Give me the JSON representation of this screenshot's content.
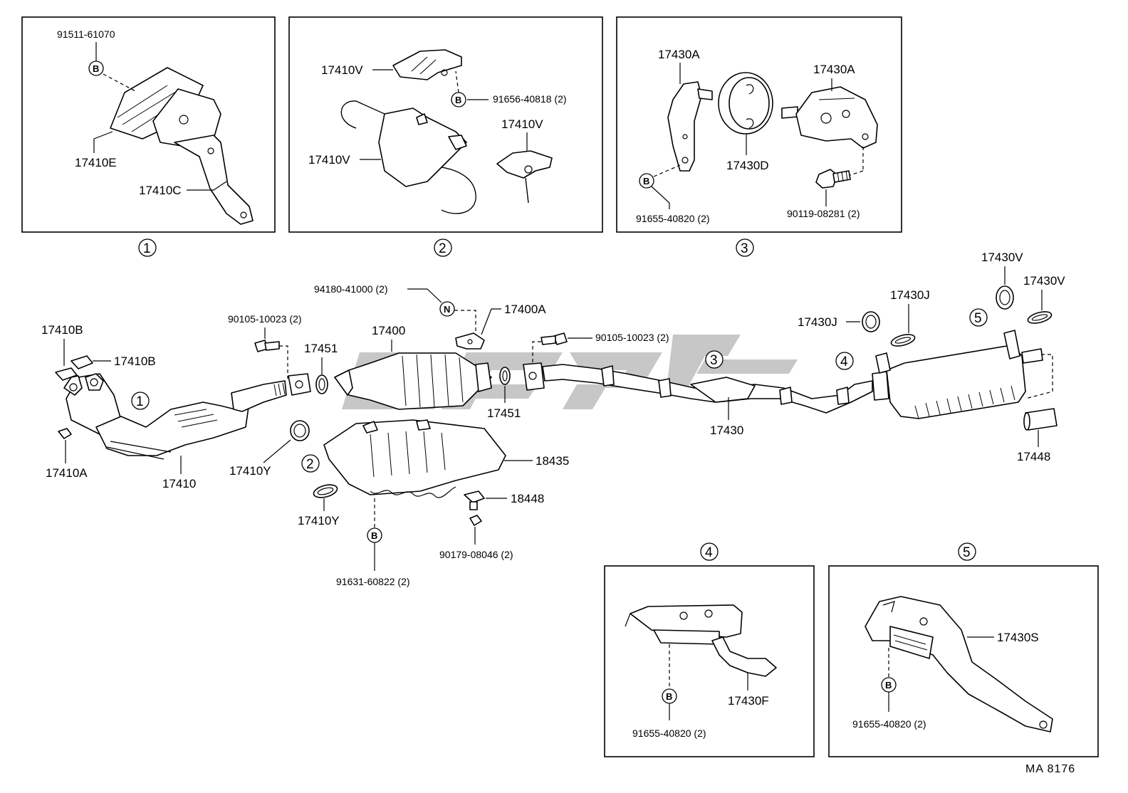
{
  "reference_code": "MA  8176",
  "detail_views": [
    {
      "number": "1",
      "labels": [
        "91511-61070",
        "17410E",
        "17410C"
      ]
    },
    {
      "number": "2",
      "labels": [
        "17410V",
        "91656-40818 (2)",
        "17410V",
        "17410V"
      ]
    },
    {
      "number": "3",
      "labels": [
        "17430A",
        "17430A",
        "17430D",
        "91655-40820 (2)",
        "90119-08281 (2)"
      ]
    },
    {
      "number": "4",
      "labels": [
        "91655-40820 (2)",
        "17430F"
      ]
    },
    {
      "number": "5",
      "labels": [
        "17430S",
        "91655-40820 (2)"
      ]
    }
  ],
  "main_labels": {
    "p17410B_a": "17410B",
    "p17410B_b": "17410B",
    "p17410A": "17410A",
    "p17410": "17410",
    "p90105_a": "90105-10023 (2)",
    "p17451_a": "17451",
    "p17410Y_a": "17410Y",
    "p17410Y_b": "17410Y",
    "p94180": "94180-41000 (2)",
    "p17400A": "17400A",
    "p17400": "17400",
    "p17451_b": "17451",
    "p18435": "18435",
    "p18448": "18448",
    "p90179": "90179-08046 (2)",
    "p91631": "91631-60822 (2)",
    "p90105_b": "90105-10023 (2)",
    "p17430": "17430",
    "p17430J_a": "17430J",
    "p17430J_b": "17430J",
    "p17430V_a": "17430V",
    "p17430V_b": "17430V",
    "p17448": "17448"
  },
  "callout_numbers": {
    "c1": "1",
    "c2": "2",
    "c3": "3",
    "c4": "4",
    "c5": "5"
  },
  "symbols": {
    "bolt": "B",
    "nut": "N"
  }
}
